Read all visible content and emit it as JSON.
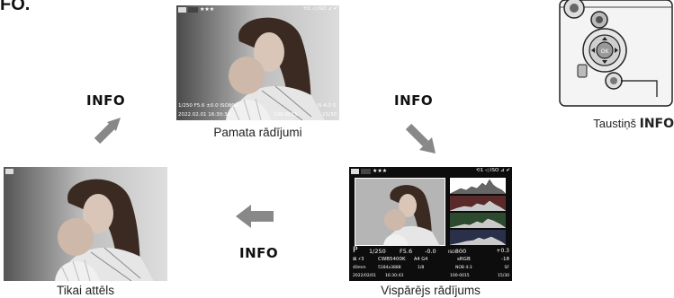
{
  "heading_fragment": "FO.",
  "info_labels": {
    "top_left": "INFO",
    "top_right": "INFO",
    "bottom": "INFO"
  },
  "captions": {
    "basic": "Pamata rādījumi",
    "image_only": "Tikai attēls",
    "overall": "Vispārējs rādījums",
    "button_prefix": "Taustiņš",
    "button_name": "INFO"
  },
  "basic_osd": {
    "top_left": "★★★",
    "top_right": "⟲1 ◁ ISO ⊿ ✔",
    "bottom_left": "1/250  F5.6  ±0.0  ISO800",
    "bottom_right": "N  4:3  S",
    "date": "2022.02.01 16:30:30",
    "file": "100-0015",
    "counter": "15/30"
  },
  "overall_osd": {
    "top_left": "★★★",
    "top_right": "⟲1 ◁ ISO ⊿ ✔",
    "mode": "P",
    "shutter": "1/250",
    "aperture": "F5.6",
    "exposure": "-0.0",
    "iso_label": "ISO",
    "iso": "800",
    "exp_comp": "+0.3",
    "row2_left": "⊠  ⚡3",
    "wb": "CWB5400K",
    "wb_adj": "A4  G4",
    "color_space": "sRGB",
    "comp2": "-18",
    "focal": "40mm",
    "resolution": "5184x3888",
    "ratio_frac": "1/8",
    "quality": "NOB  4:3",
    "flag": "SF",
    "date": "2022/02/01",
    "time": "16:30:43",
    "file": "100-0015",
    "counter": "15/30"
  }
}
